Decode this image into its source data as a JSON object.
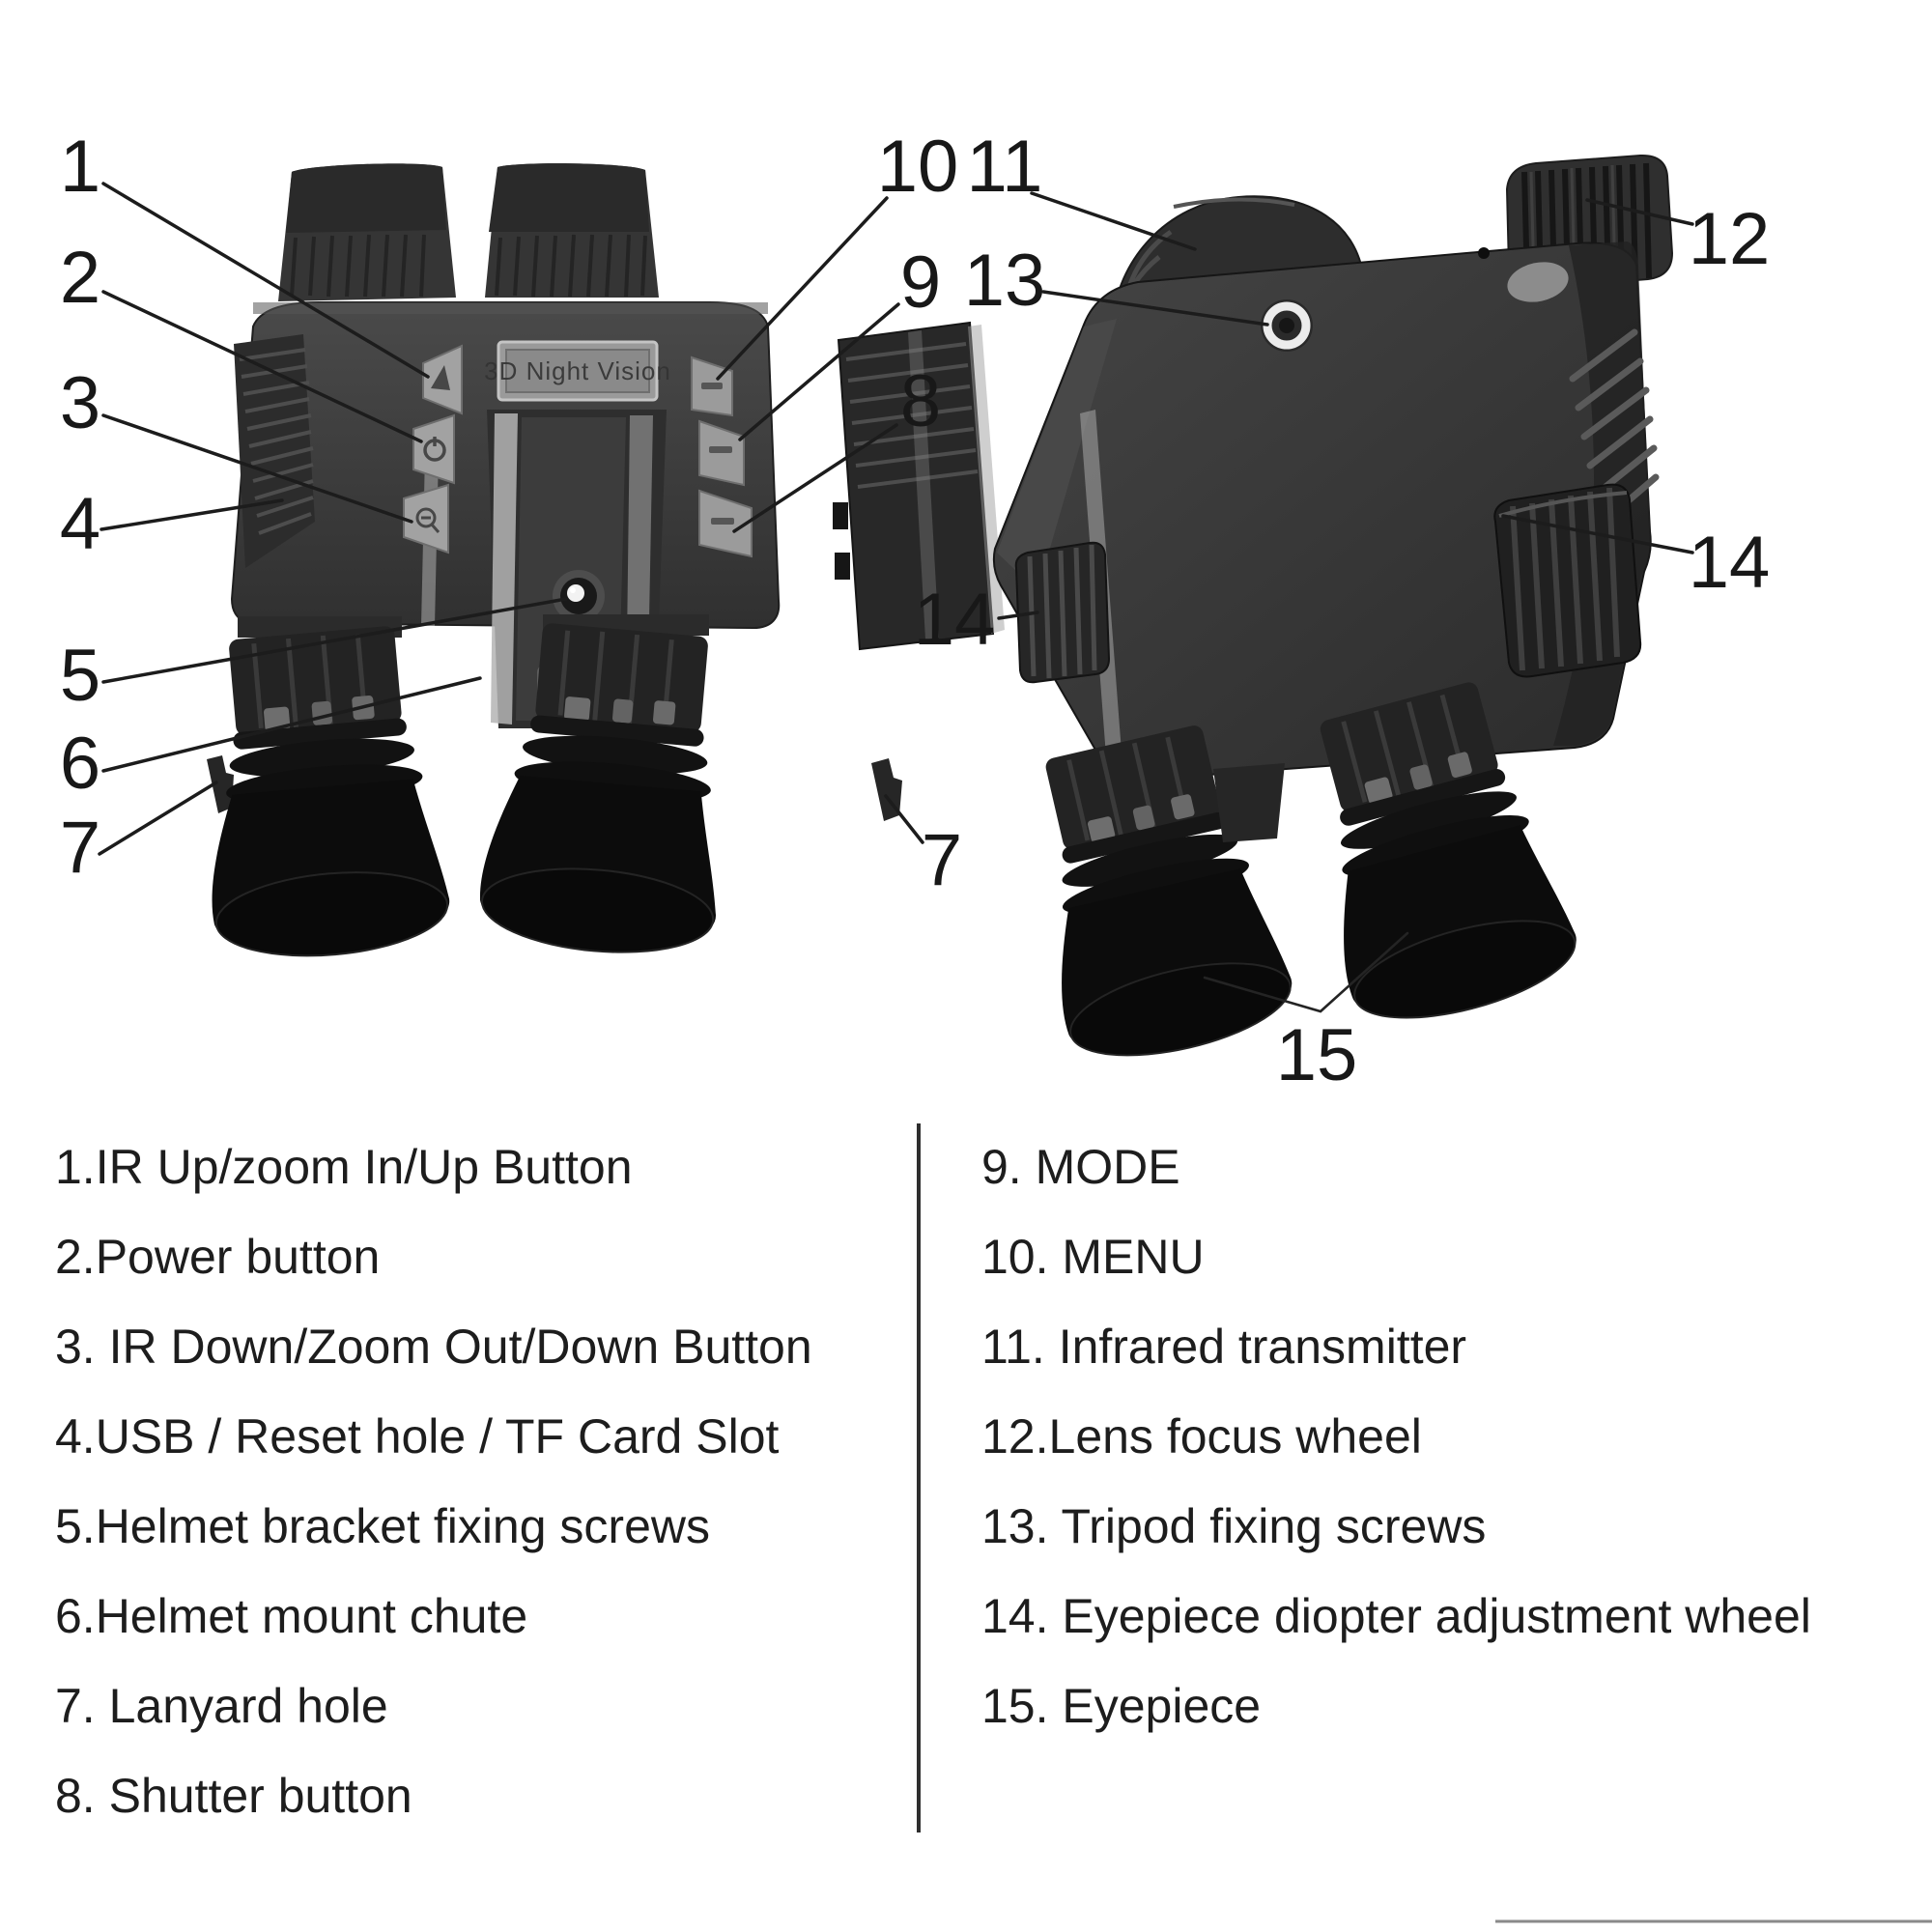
{
  "figure": {
    "plate_text": "3D Night Vision",
    "callouts": {
      "c1": "1",
      "c2": "2",
      "c3": "3",
      "c4": "4",
      "c5": "5",
      "c6": "6",
      "c7": "7",
      "c8": "8",
      "c9": "9",
      "c10": "10",
      "c11": "11",
      "c12": "12",
      "c13": "13",
      "c14": "14",
      "c15": "15"
    }
  },
  "legend": {
    "left": [
      "1.IR Up/zoom In/Up Button",
      "2.Power button",
      "3. IR Down/Zoom Out/Down Button",
      "4.USB / Reset hole / TF Card Slot",
      "5.Helmet bracket fixing screws",
      "6.Helmet mount chute",
      "7. Lanyard hole",
      "8. Shutter button"
    ],
    "right": [
      "9. MODE",
      "10. MENU",
      "11. Infrared transmitter",
      "12.Lens focus wheel",
      "13. Tripod fixing screws",
      "14. Eyepiece diopter adjustment wheel",
      "15. Eyepiece"
    ]
  },
  "palette": {
    "background": "#ffffff",
    "ink": "#1c1c1c",
    "device_dark": "#2e2e2e",
    "device_mid": "#3f3f3f",
    "button_light": "#a0a0a0"
  }
}
